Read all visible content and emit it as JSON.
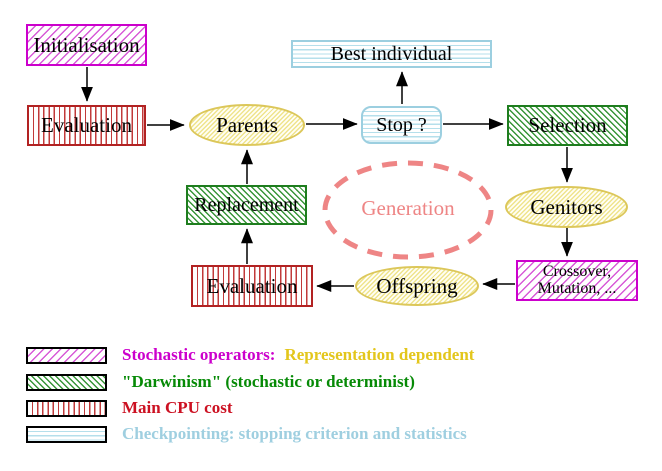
{
  "diagram": {
    "title_implied": "Evolutionary algorithm generation loop",
    "nodes": {
      "initialisation": {
        "label": "Initialisation",
        "style": "magenta-diagonal-hatch"
      },
      "evaluation_top": {
        "label": "Evaluation",
        "style": "red-vertical-stripes"
      },
      "parents": {
        "label": "Parents",
        "style": "yellow-diagonal-hatch-ellipse"
      },
      "stop": {
        "label": "Stop ?",
        "style": "cyan-horizontal-stripes-rounded"
      },
      "best_individual": {
        "label": "Best individual",
        "style": "cyan-horizontal-stripes"
      },
      "selection": {
        "label": "Selection",
        "style": "green-diagonal-hatch"
      },
      "genitors": {
        "label": "Genitors",
        "style": "yellow-diagonal-hatch-ellipse"
      },
      "crossover_mutation": {
        "line1": "Crossover,",
        "line2": "Mutation, ...",
        "style": "magenta-diagonal-hatch"
      },
      "offspring": {
        "label": "Offspring",
        "style": "yellow-diagonal-hatch-ellipse"
      },
      "evaluation_bottom": {
        "label": "Evaluation",
        "style": "red-vertical-stripes"
      },
      "replacement": {
        "label": "Replacement",
        "style": "green-diagonal-hatch"
      },
      "generation": {
        "label": "Generation",
        "style": "salmon-dashed-ellipse"
      }
    },
    "arrows": [
      "initialisation -> evaluation_top",
      "evaluation_top -> parents",
      "parents -> stop",
      "stop -> best_individual",
      "stop -> selection",
      "selection -> genitors",
      "genitors -> crossover_mutation",
      "crossover_mutation -> offspring",
      "offspring -> evaluation_bottom",
      "evaluation_bottom -> replacement",
      "replacement -> parents"
    ]
  },
  "legend": {
    "items": [
      {
        "swatch": "magenta-diagonal-hatch",
        "parts": [
          {
            "text": "Stochastic operators:",
            "color": "#cc00cc"
          },
          {
            "text": "Representation dependent",
            "color": "#e3c61c"
          }
        ]
      },
      {
        "swatch": "green-diagonal-hatch",
        "parts": [
          {
            "text": "\"Darwinism\" (stochastic or determinist)",
            "color": "#068a06"
          }
        ]
      },
      {
        "swatch": "red-vertical-stripes",
        "parts": [
          {
            "text": "Main CPU cost",
            "color": "#cc1122"
          }
        ]
      },
      {
        "swatch": "cyan-horizontal-stripes",
        "parts": [
          {
            "text": "Checkpointing: stopping criterion and statistics",
            "color": "#9fcfe0"
          }
        ]
      }
    ]
  },
  "palette": {
    "magenta_border": "#cc00cc",
    "magenta_hatch": "#d75ad7",
    "green_border": "#1e7d1e",
    "green_hatch": "#389538",
    "red_border": "#b22222",
    "red_stripe": "#c13a3a",
    "yellow_border": "#dcc75a",
    "yellow_hatch": "#efe48d",
    "cyan_border": "#9ccfe0",
    "cyan_stripe": "#b5dfeb",
    "salmon_dashed": "#ee8585",
    "arrow_color": "#000000",
    "background": "#ffffff"
  }
}
